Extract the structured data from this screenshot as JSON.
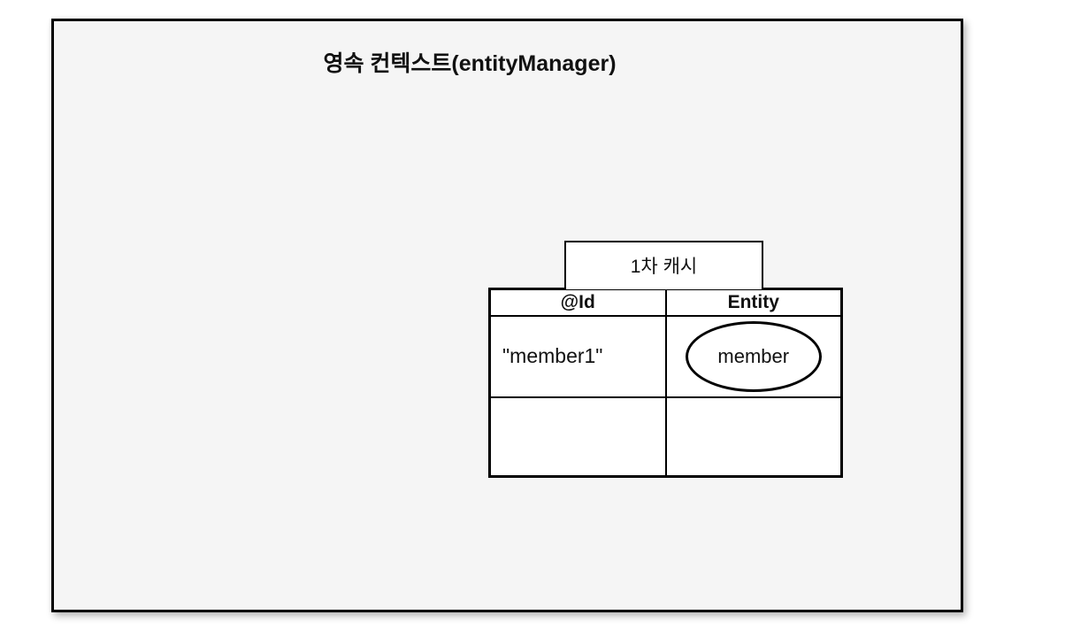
{
  "diagram": {
    "title": "영속 컨텍스트(entityManager)",
    "first_level_cache": {
      "label": "1차 캐시",
      "table": {
        "headers": [
          "@Id",
          "Entity"
        ],
        "rows": [
          {
            "id": "\"member1\"",
            "entity": "member"
          },
          {
            "id": "",
            "entity": ""
          }
        ]
      }
    },
    "colors": {
      "page_bg": "#ffffff",
      "box_bg": "#f5f5f5",
      "cell_bg": "#ffffff",
      "line": "#000000"
    }
  }
}
